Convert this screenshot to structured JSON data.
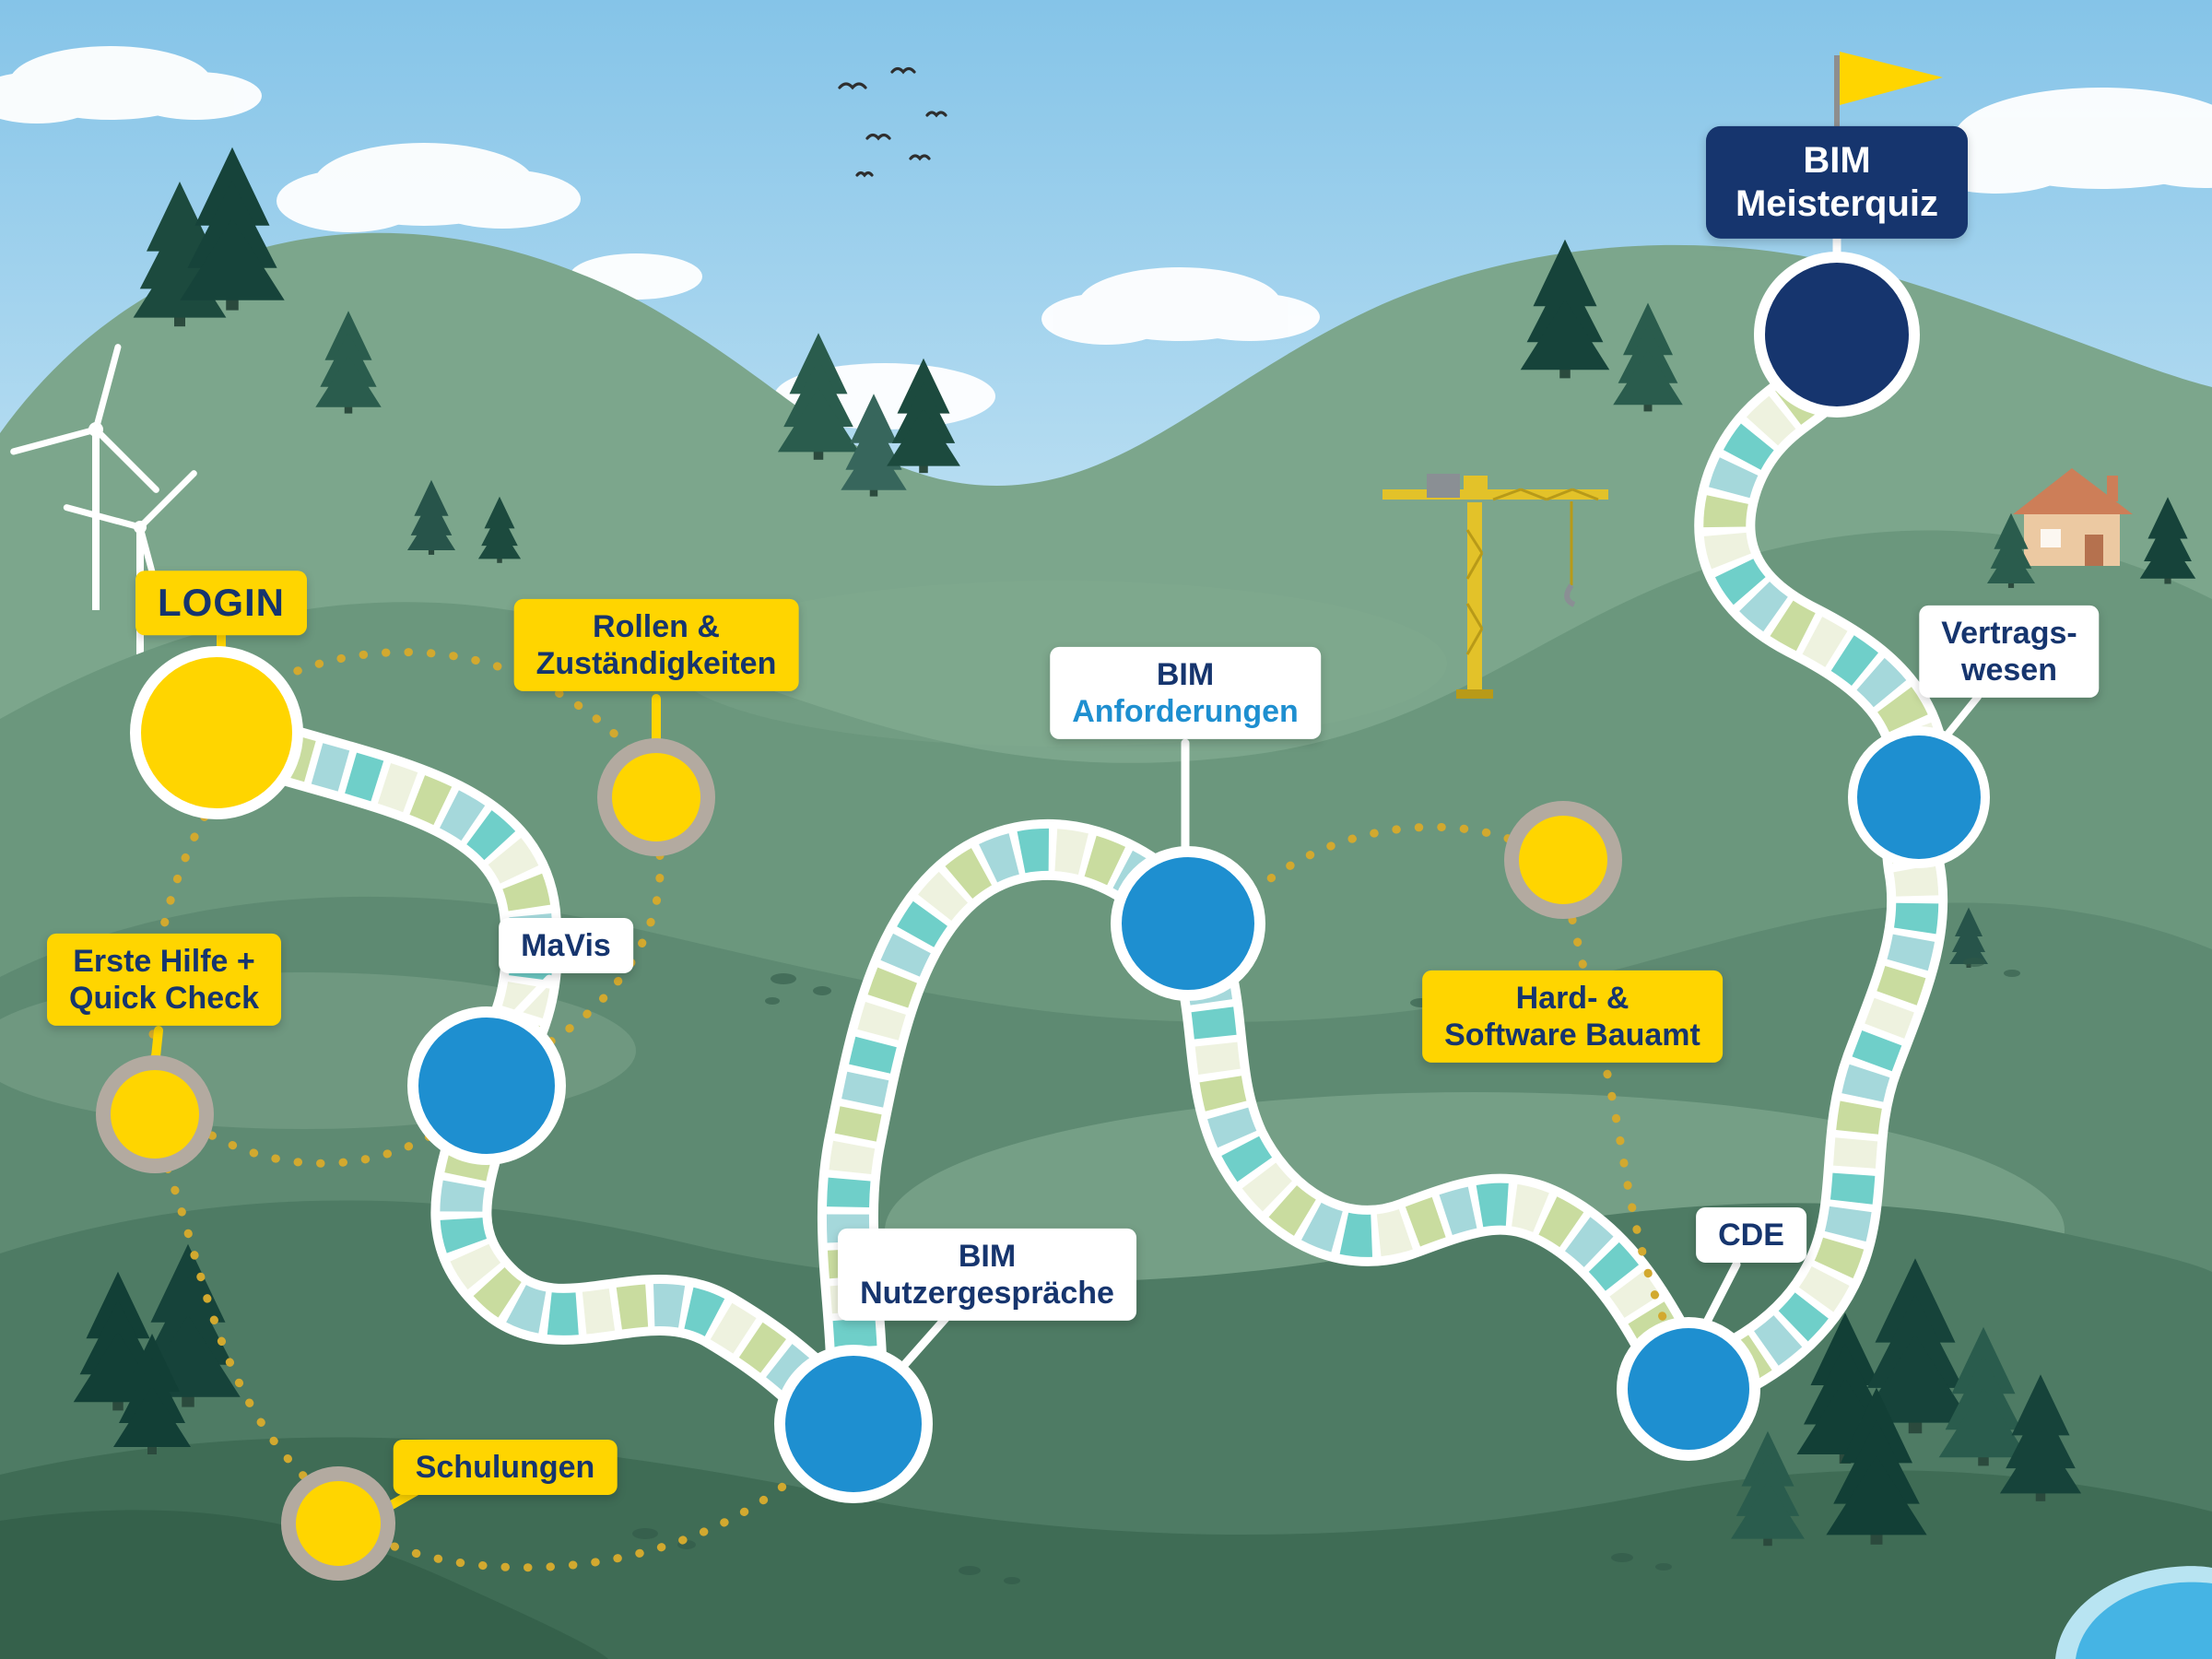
{
  "map": {
    "sequence_main_path": [
      "login",
      "mavis",
      "nutzergespraeche",
      "anforderungen",
      "cde",
      "vertragswesen",
      "meisterquiz"
    ],
    "side_stations": [
      "erste_hilfe",
      "rollen",
      "schulungen",
      "hard_software"
    ]
  },
  "nodes": {
    "login": {
      "line1": "LOGIN",
      "variant": "yellow-start"
    },
    "rollen": {
      "line1": "Rollen &",
      "line2": "Zuständigkeiten",
      "variant": "yellow-side"
    },
    "erste_hilfe": {
      "line1": "Erste Hilfe +",
      "line2": "Quick Check",
      "variant": "yellow-side"
    },
    "mavis": {
      "line1": "MaVis",
      "variant": "blue-main"
    },
    "schulungen": {
      "line1": "Schulungen",
      "variant": "yellow-side"
    },
    "nutzergespraeche": {
      "line1": "BIM",
      "line2": "Nutzergespräche",
      "variant": "blue-main"
    },
    "anforderungen": {
      "line1": "BIM",
      "line2": "Anforderungen",
      "variant": "blue-main"
    },
    "hard_software": {
      "line1": "Hard- &",
      "line2": "Software Bauamt",
      "variant": "yellow-side"
    },
    "cde": {
      "line1": "CDE",
      "variant": "blue-main"
    },
    "vertragswesen": {
      "line1": "Vertrags-",
      "line2": "wesen",
      "variant": "blue-main"
    },
    "meisterquiz": {
      "line1": "BIM",
      "line2": "Meisterquiz",
      "variant": "navy-finish"
    }
  },
  "colors": {
    "accent_yellow": "#FFD500",
    "accent_blue": "#1E8FD0",
    "accent_navy": "#16356E",
    "dotted_path": "#D2A92F",
    "path_border": "#FFFFFF",
    "path_tiles": [
      "#6FCFC9",
      "#EEF2DF",
      "#C9DC9F",
      "#A5D8DB"
    ],
    "sky": "#85C4E8",
    "hills": [
      "#7CA68C",
      "#6B977D",
      "#5E8A72",
      "#4E7B64",
      "#3F6C55"
    ]
  },
  "decorations": [
    "wind-turbine-icon",
    "crane-icon",
    "house-icon",
    "pine-tree-icon",
    "cloud-icon",
    "bird-icon",
    "flag-icon",
    "lake"
  ]
}
